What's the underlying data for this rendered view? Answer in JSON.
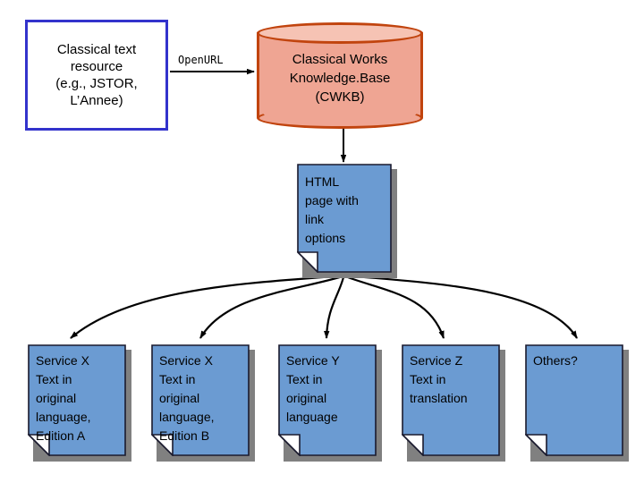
{
  "diagram": {
    "title": "Classical text linking workflow",
    "colors": {
      "source_border": "#3333cc",
      "source_fill": "#ffffff",
      "cylinder_fill": "#efa593",
      "cylinder_top_fill": "#f6c3b4",
      "cylinder_border": "#c1440e",
      "document_fill": "#6b9bd2",
      "document_border": "#1a1a2e",
      "shadow": "#808080",
      "connector": "#000000",
      "text": "#000000"
    },
    "source": {
      "name": "classical-text-resource",
      "label": "Classical text\nresource\n(e.g., JSTOR,\nL’Annee)"
    },
    "edge_openurl": {
      "name": "openurl-edge",
      "label": "OpenURL"
    },
    "knowledge_base": {
      "name": "cwkb-database",
      "label": "Classical Works\nKnowledge.Base\n(CWKB)"
    },
    "html_page": {
      "name": "html-page-node",
      "label": "HTML\npage with\nlink\noptions"
    },
    "services": [
      {
        "name": "service-x-edition-a",
        "label": "Service X\nText in\noriginal\nlanguage,\nEdition A"
      },
      {
        "name": "service-x-edition-b",
        "label": "Service X\nText in\noriginal\nlanguage,\nEdition B"
      },
      {
        "name": "service-y-original",
        "label": "Service Y\nText in\noriginal\nlanguage"
      },
      {
        "name": "service-z-translation",
        "label": "Service Z\nText in\ntranslation"
      },
      {
        "name": "service-others",
        "label": "Others?"
      }
    ]
  }
}
